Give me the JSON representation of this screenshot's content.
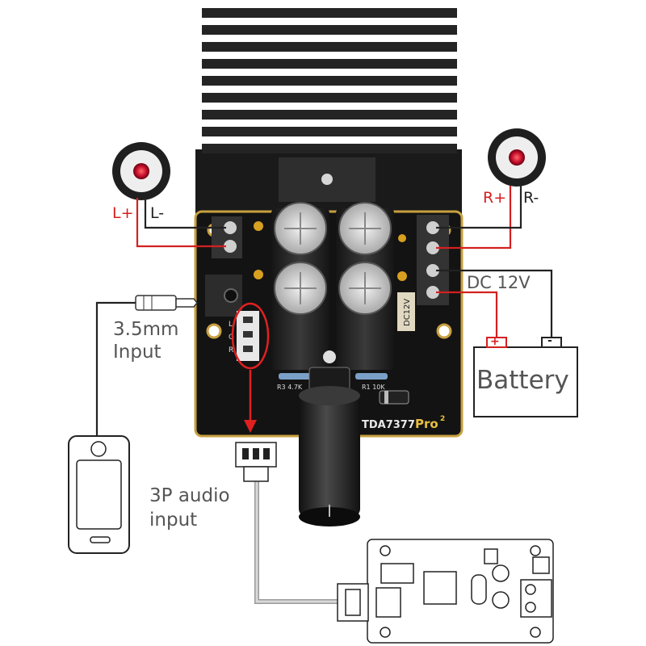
{
  "labels": {
    "left_plus": "L+",
    "left_minus": "L-",
    "right_plus": "R+",
    "right_minus": "R-",
    "power": "DC 12V",
    "battery": "Battery",
    "battery_plus": "+",
    "battery_minus": "-",
    "jack_line1": "3.5mm",
    "jack_line2": "Input",
    "audio_line1": "3P audio",
    "audio_line2": "input"
  },
  "board": {
    "model": "TDA7377",
    "suffix": "Pro",
    "superscript": "2",
    "pin_labels": [
      "L",
      "G",
      "R"
    ],
    "dc_label": "DC12V",
    "resistor_labels": [
      "R3 4.7K",
      "R1 10K"
    ]
  },
  "colors": {
    "wire_red": "#d42020",
    "wire_black": "#222222",
    "heatsink": "#1c1c1c",
    "pcb": "#141414",
    "capacitor": "#2a2a2a",
    "terminal": "#3a3a3a",
    "speaker_cone": "#c8102e",
    "callout": "#e02020"
  }
}
